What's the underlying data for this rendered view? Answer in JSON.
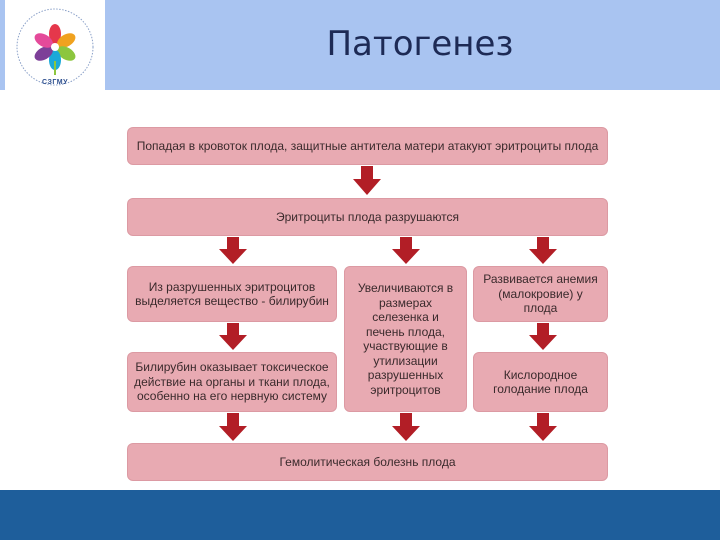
{
  "header": {
    "title": "Патогенез",
    "logo_text": "СЗГМУ"
  },
  "diagram": {
    "top": "Попадая в кровоток плода, защитные антитела матери атакуют эритроциты плода",
    "second": "Эритроциты плода разрушаются",
    "left_1": "Из разрушенных эритроцитов выделяется вещество - билирубин",
    "center": "Увеличиваются в размерах селезенка и печень плода, участвующие в утилизации разрушенных эритроцитов",
    "right_1": "Развивается анемия (малокровие) у плода",
    "left_2": "Билирубин оказывает токсическое действие на органы и ткани плода, особенно на его нервную систему",
    "right_2": "Кислородное голодание плода",
    "bottom": "Гемолитическая болезнь плода"
  },
  "colors": {
    "header_band": "#a9c4f1",
    "footer_band": "#1e5e9b",
    "box_fill": "#e8aab2",
    "arrow": "#b21e26"
  }
}
